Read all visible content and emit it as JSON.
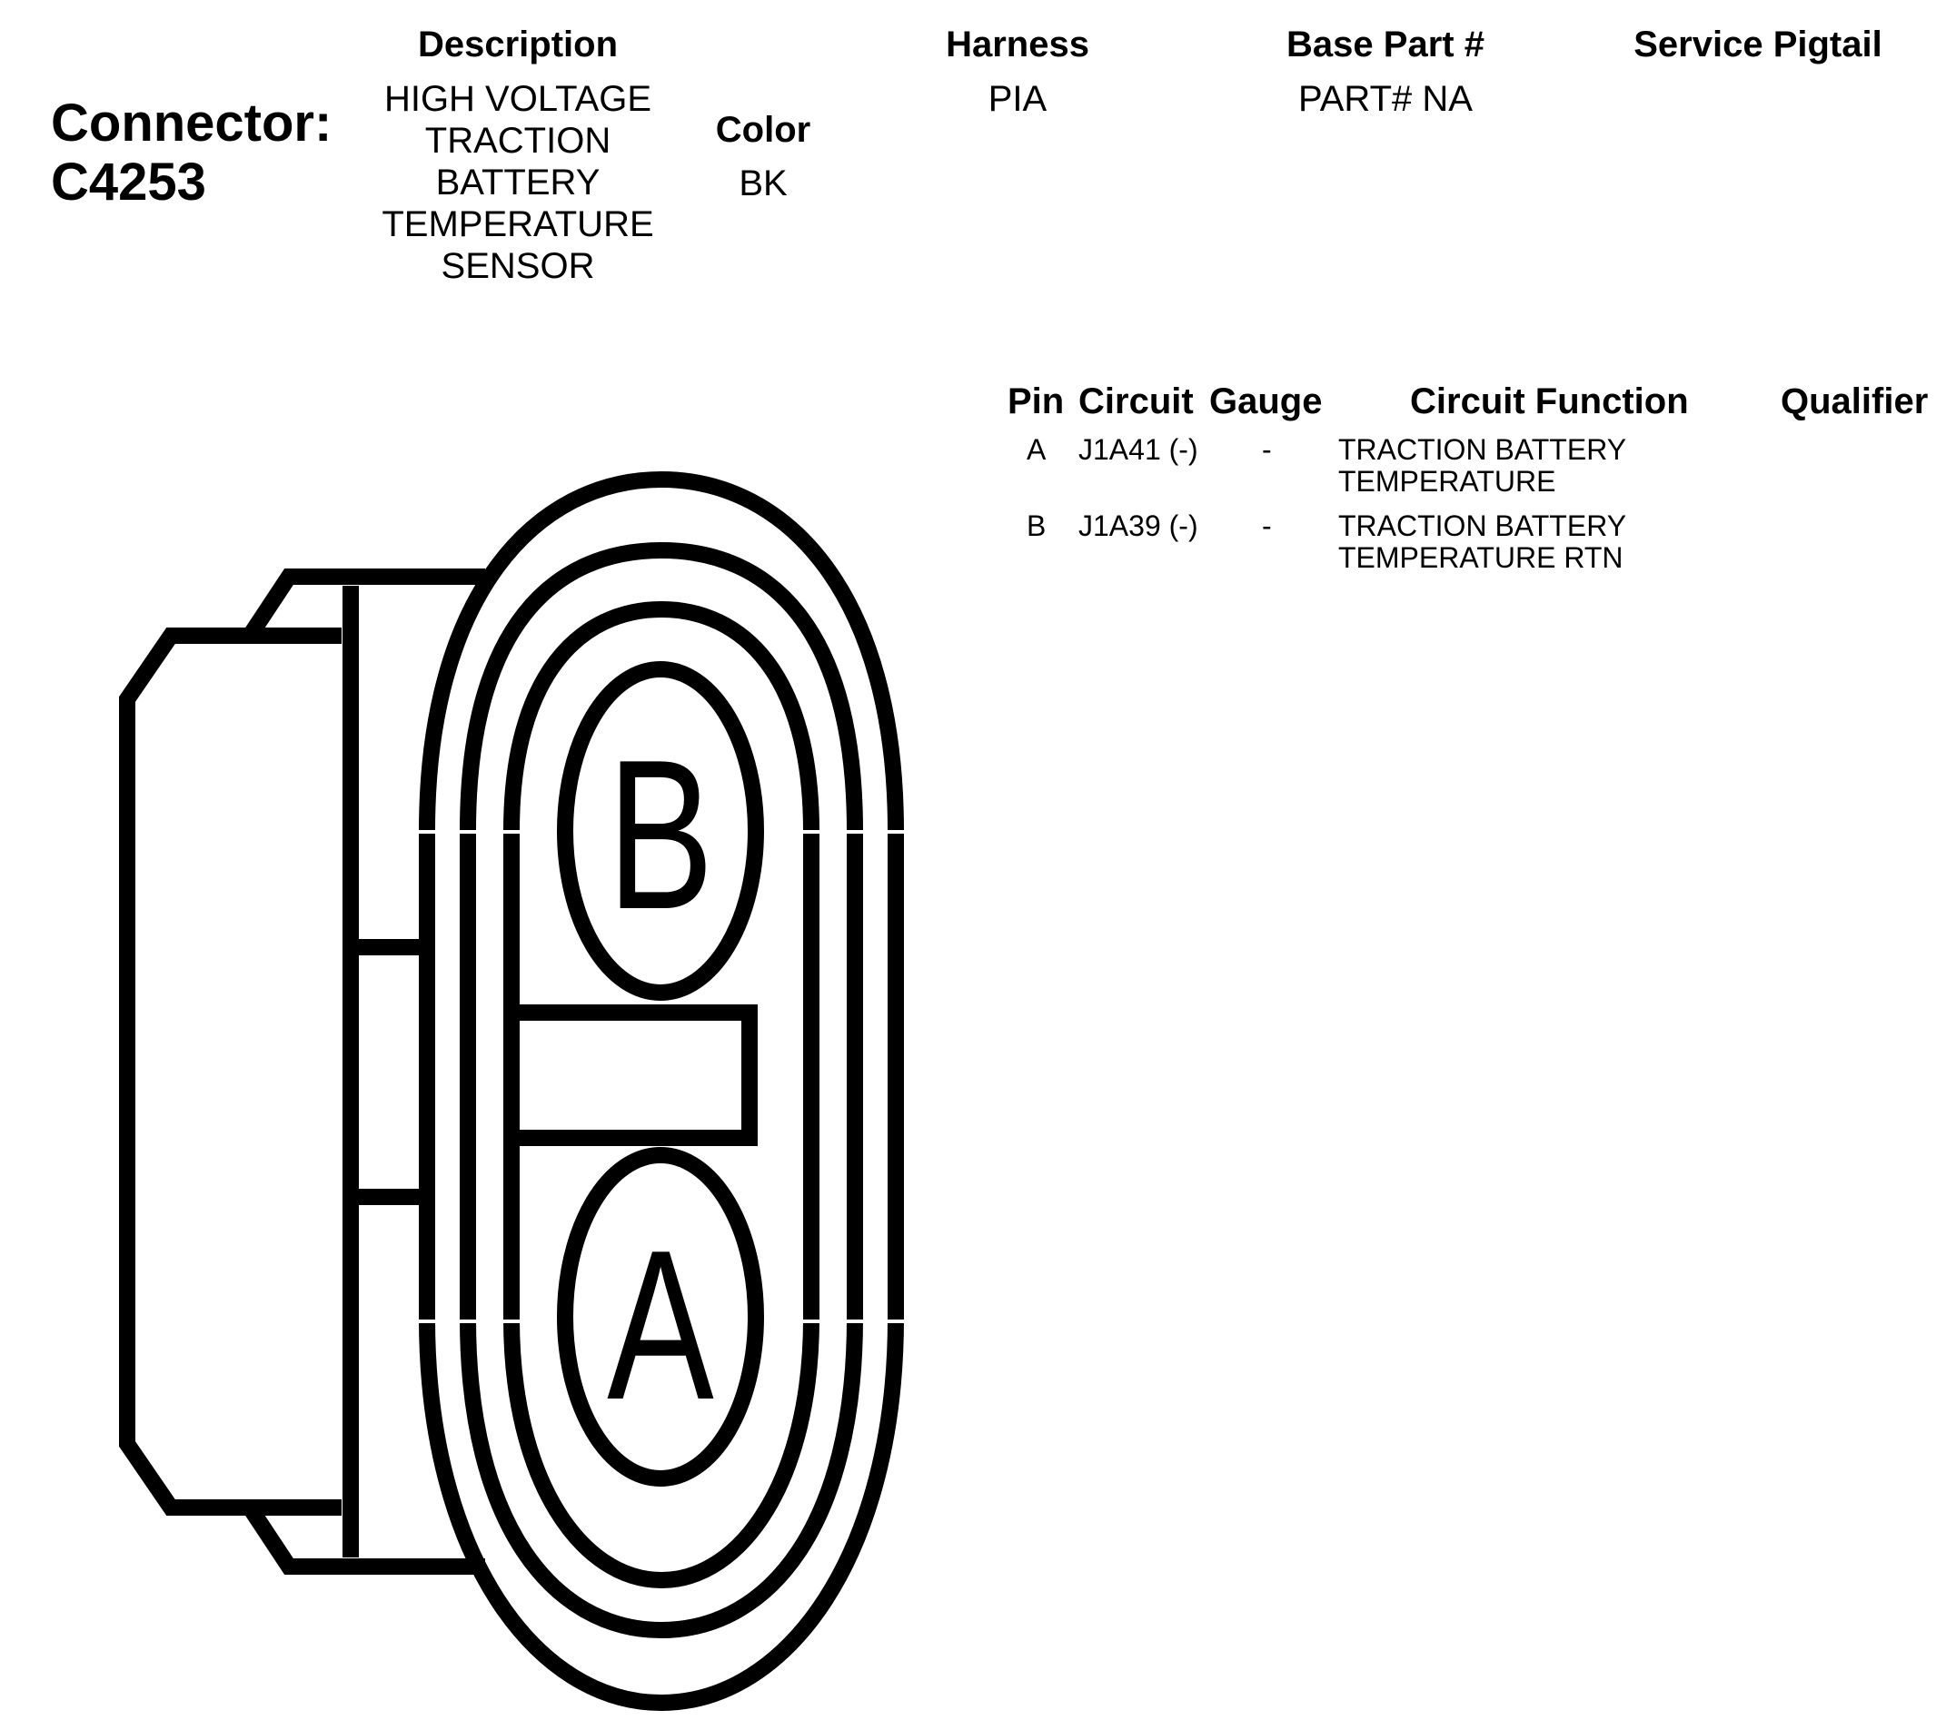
{
  "connector": {
    "label": "Connector:",
    "id": "C4253"
  },
  "headers": {
    "description": "Description",
    "color": "Color",
    "harness": "Harness",
    "base_part": "Base Part #",
    "service_pigtail": "Service Pigtail"
  },
  "values": {
    "description_lines": [
      "HIGH VOLTAGE",
      "TRACTION",
      "BATTERY",
      "TEMPERATURE",
      "SENSOR"
    ],
    "color": "BK",
    "harness": "PIA",
    "base_part": "PART# NA",
    "service_pigtail": ""
  },
  "pin_table": {
    "headers": {
      "pin": "Pin",
      "circuit": "Circuit",
      "gauge": "Gauge",
      "circuit_function": "Circuit Function",
      "qualifier": "Qualifier"
    },
    "rows": [
      {
        "pin": "A",
        "circuit": "J1A41 (-)",
        "gauge": "-",
        "function_lines": [
          "TRACTION BATTERY",
          "TEMPERATURE"
        ],
        "qualifier": ""
      },
      {
        "pin": "B",
        "circuit": "J1A39 (-)",
        "gauge": "-",
        "function_lines": [
          "TRACTION BATTERY",
          "TEMPERATURE RTN"
        ],
        "qualifier": ""
      }
    ]
  },
  "diagram": {
    "pin_labels": {
      "top": "B",
      "bottom": "A"
    }
  }
}
